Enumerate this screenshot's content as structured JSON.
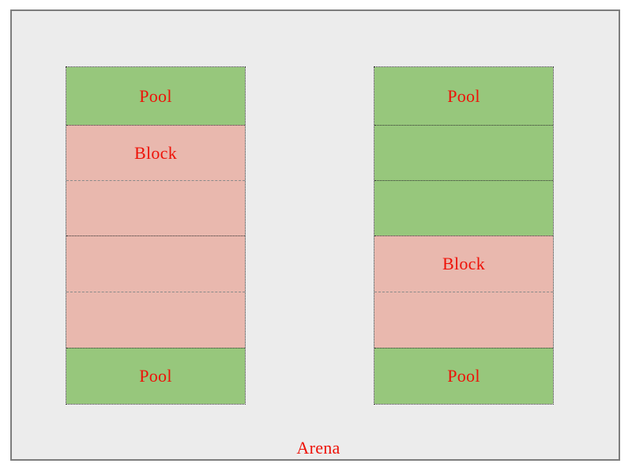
{
  "figure": {
    "arena_label": "Arena"
  },
  "colors": {
    "pool-green": "#97c77c",
    "block-pink": "#e9b8ae",
    "label-red": "#ee1208",
    "frame-bg": "#ececec",
    "frame-border": "#7d7d7d",
    "pool-border": "#2f2f2f",
    "block-border": "#8a8a8a"
  },
  "columns": [
    {
      "segments": [
        {
          "kind": "pool",
          "label": "Pool"
        },
        {
          "kind": "block",
          "label": "Block"
        },
        {
          "kind": "block",
          "label": ""
        },
        {
          "kind": "block",
          "label": ""
        },
        {
          "kind": "block",
          "label": ""
        },
        {
          "kind": "pool",
          "label": "Pool"
        }
      ]
    },
    {
      "segments": [
        {
          "kind": "pool",
          "label": "Pool"
        },
        {
          "kind": "pool",
          "label": ""
        },
        {
          "kind": "pool",
          "label": ""
        },
        {
          "kind": "block",
          "label": "Block"
        },
        {
          "kind": "block",
          "label": ""
        },
        {
          "kind": "pool",
          "label": "Pool"
        }
      ]
    }
  ]
}
